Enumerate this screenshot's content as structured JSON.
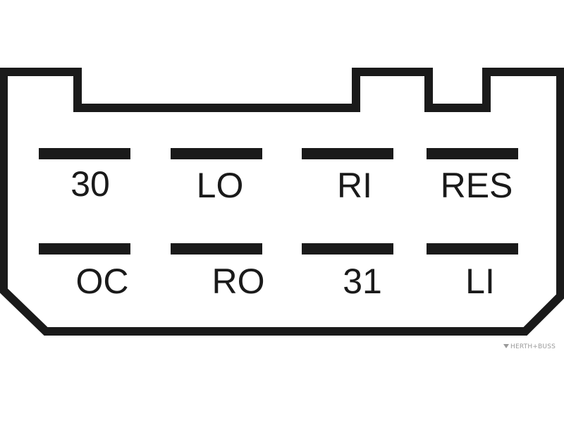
{
  "connector": {
    "outline_color": "#1a1a1a",
    "background_color": "#ffffff",
    "pin_color": "#1a1a1a",
    "pins_top_row": [
      {
        "label": "30"
      },
      {
        "label": "LO"
      },
      {
        "label": "RI"
      },
      {
        "label": "RES"
      }
    ],
    "pins_bottom_row": [
      {
        "label": "OC"
      },
      {
        "label": "RO"
      },
      {
        "label": "31"
      },
      {
        "label": "LI"
      }
    ]
  },
  "watermark": {
    "text": "HERTH+BUSS",
    "icon": "herth-buss-logo-icon"
  }
}
